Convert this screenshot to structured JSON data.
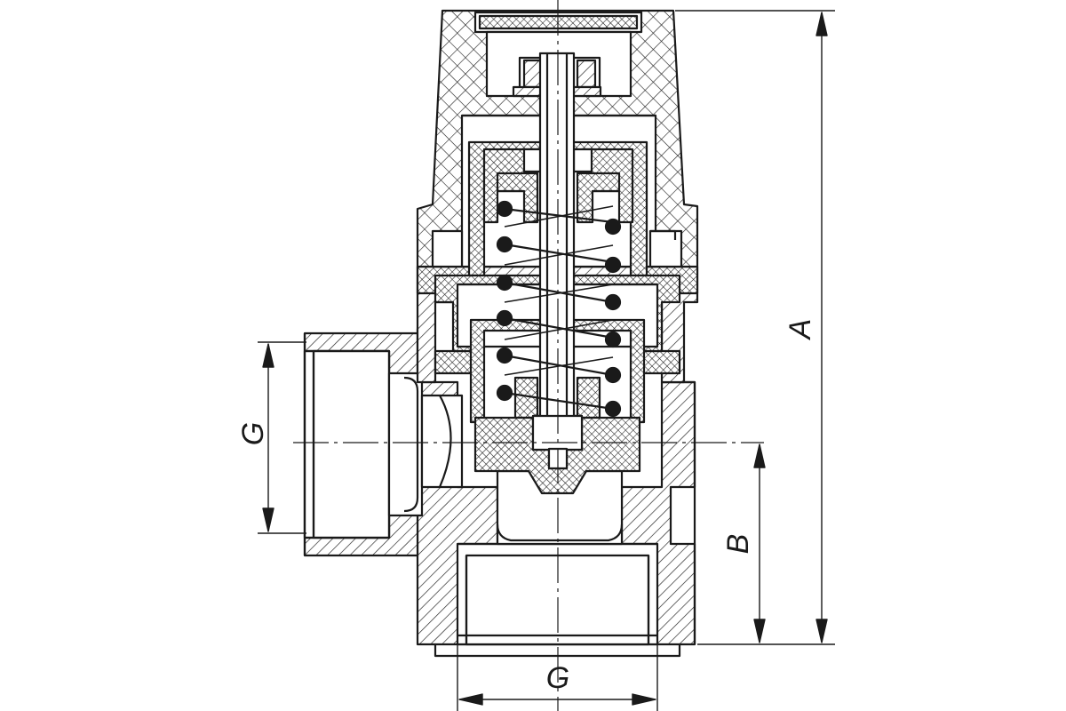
{
  "drawing": {
    "colors": {
      "line": "#1a1a1a",
      "background": "#ffffff"
    },
    "dimensions": {
      "a": "A",
      "b": "B",
      "g_side": "G",
      "g_bottom": "G"
    }
  }
}
